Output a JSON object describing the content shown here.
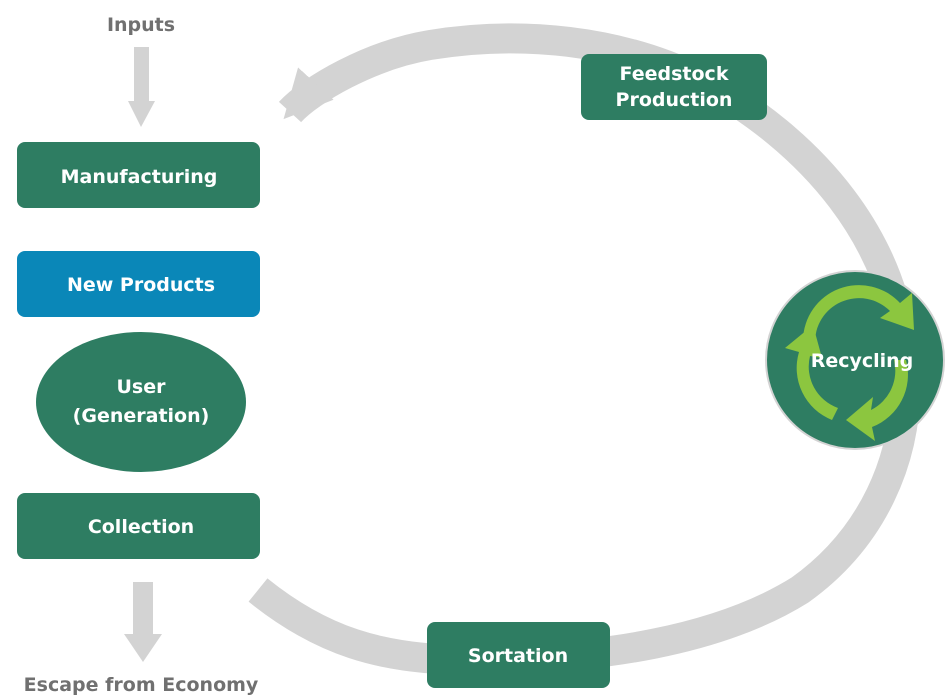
{
  "colors": {
    "box_green": "#2e7d62",
    "box_blue": "#0a87b8",
    "box_text": "#ffffff",
    "arrow_gray": "#d3d3d3",
    "label_gray": "#707070",
    "recycle_circle": "#2e7d62",
    "recycle_arrows": "#8cc63f"
  },
  "inputs_label": "Inputs",
  "escape_label": "Escape from Economy",
  "nodes": {
    "manufacturing": "Manufacturing",
    "new_products": "New Products",
    "user_line1": "User",
    "user_line2": "(Generation)",
    "collection": "Collection",
    "sortation": "Sortation",
    "feedstock_line1": "Feedstock",
    "feedstock_line2": "Production",
    "recycling": "Recycling"
  },
  "icons": {
    "inputs_arrow": "down-arrow-icon",
    "escape_arrow": "down-arrow-icon",
    "loop_arrow": "curved-arrow-icon",
    "recycling": "recycle-icon"
  }
}
